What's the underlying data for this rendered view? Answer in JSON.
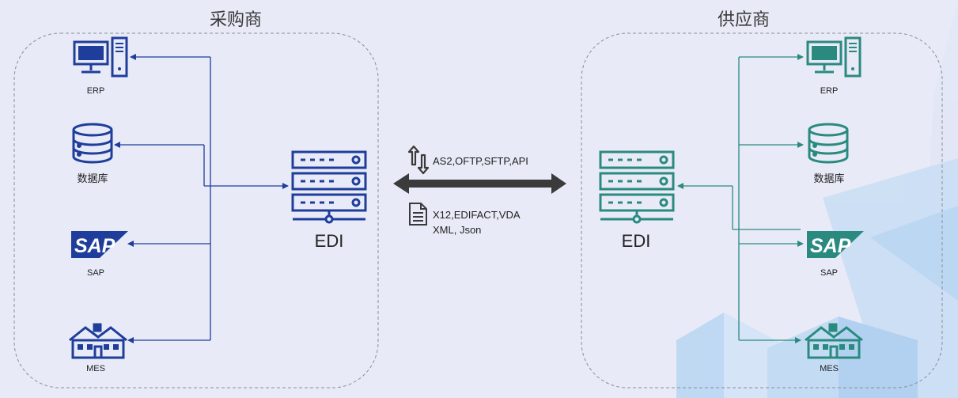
{
  "colors": {
    "buyer": "#1f3d9b",
    "supplier": "#2b8a80",
    "arrow": "#3b3b3b",
    "background": "#e8ebf7"
  },
  "buyer": {
    "title": "采购商",
    "edi_label": "EDI",
    "systems": [
      {
        "icon": "computer-icon",
        "label": "ERP"
      },
      {
        "icon": "database-icon",
        "label": "数据库"
      },
      {
        "icon": "sap-logo",
        "label": "SAP"
      },
      {
        "icon": "factory-icon",
        "label": "MES"
      }
    ]
  },
  "supplier": {
    "title": "供应商",
    "edi_label": "EDI",
    "systems": [
      {
        "icon": "computer-icon",
        "label": "ERP"
      },
      {
        "icon": "database-icon",
        "label": "数据库"
      },
      {
        "icon": "sap-logo",
        "label": "SAP"
      },
      {
        "icon": "factory-icon",
        "label": "MES"
      }
    ]
  },
  "exchange": {
    "protocols_icon": "transfer-icon",
    "protocols": "AS2,OFTP,SFTP,API",
    "formats_icon": "document-icon",
    "formats_line1": "X12,EDIFACT,VDA",
    "formats_line2": "XML, Json"
  }
}
